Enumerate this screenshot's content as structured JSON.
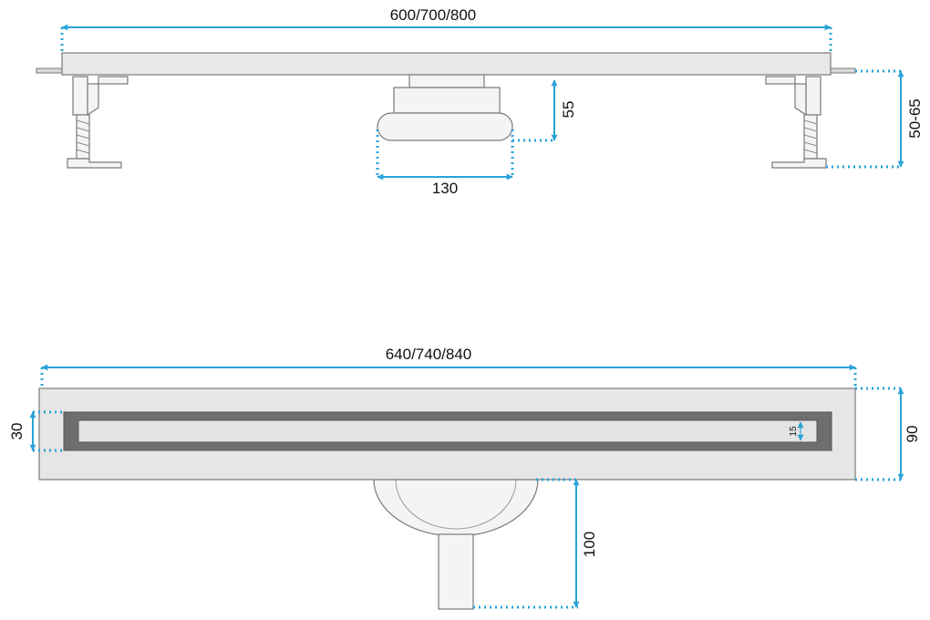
{
  "colors": {
    "dimension": "#2aa3d8",
    "outline": "#7a7a7a",
    "part_fill": "#e6e6e6",
    "dark_frame": "#6e6e6e",
    "text": "#111111"
  },
  "side_view": {
    "length_label": "600/700/800",
    "outlet_height_label": "55",
    "outlet_width_label": "130",
    "total_height_label": "50-65"
  },
  "top_view": {
    "length_label": "640/740/840",
    "grate_width_label": "30",
    "slot_label": "15",
    "width_label": "90",
    "drop_label": "100"
  }
}
